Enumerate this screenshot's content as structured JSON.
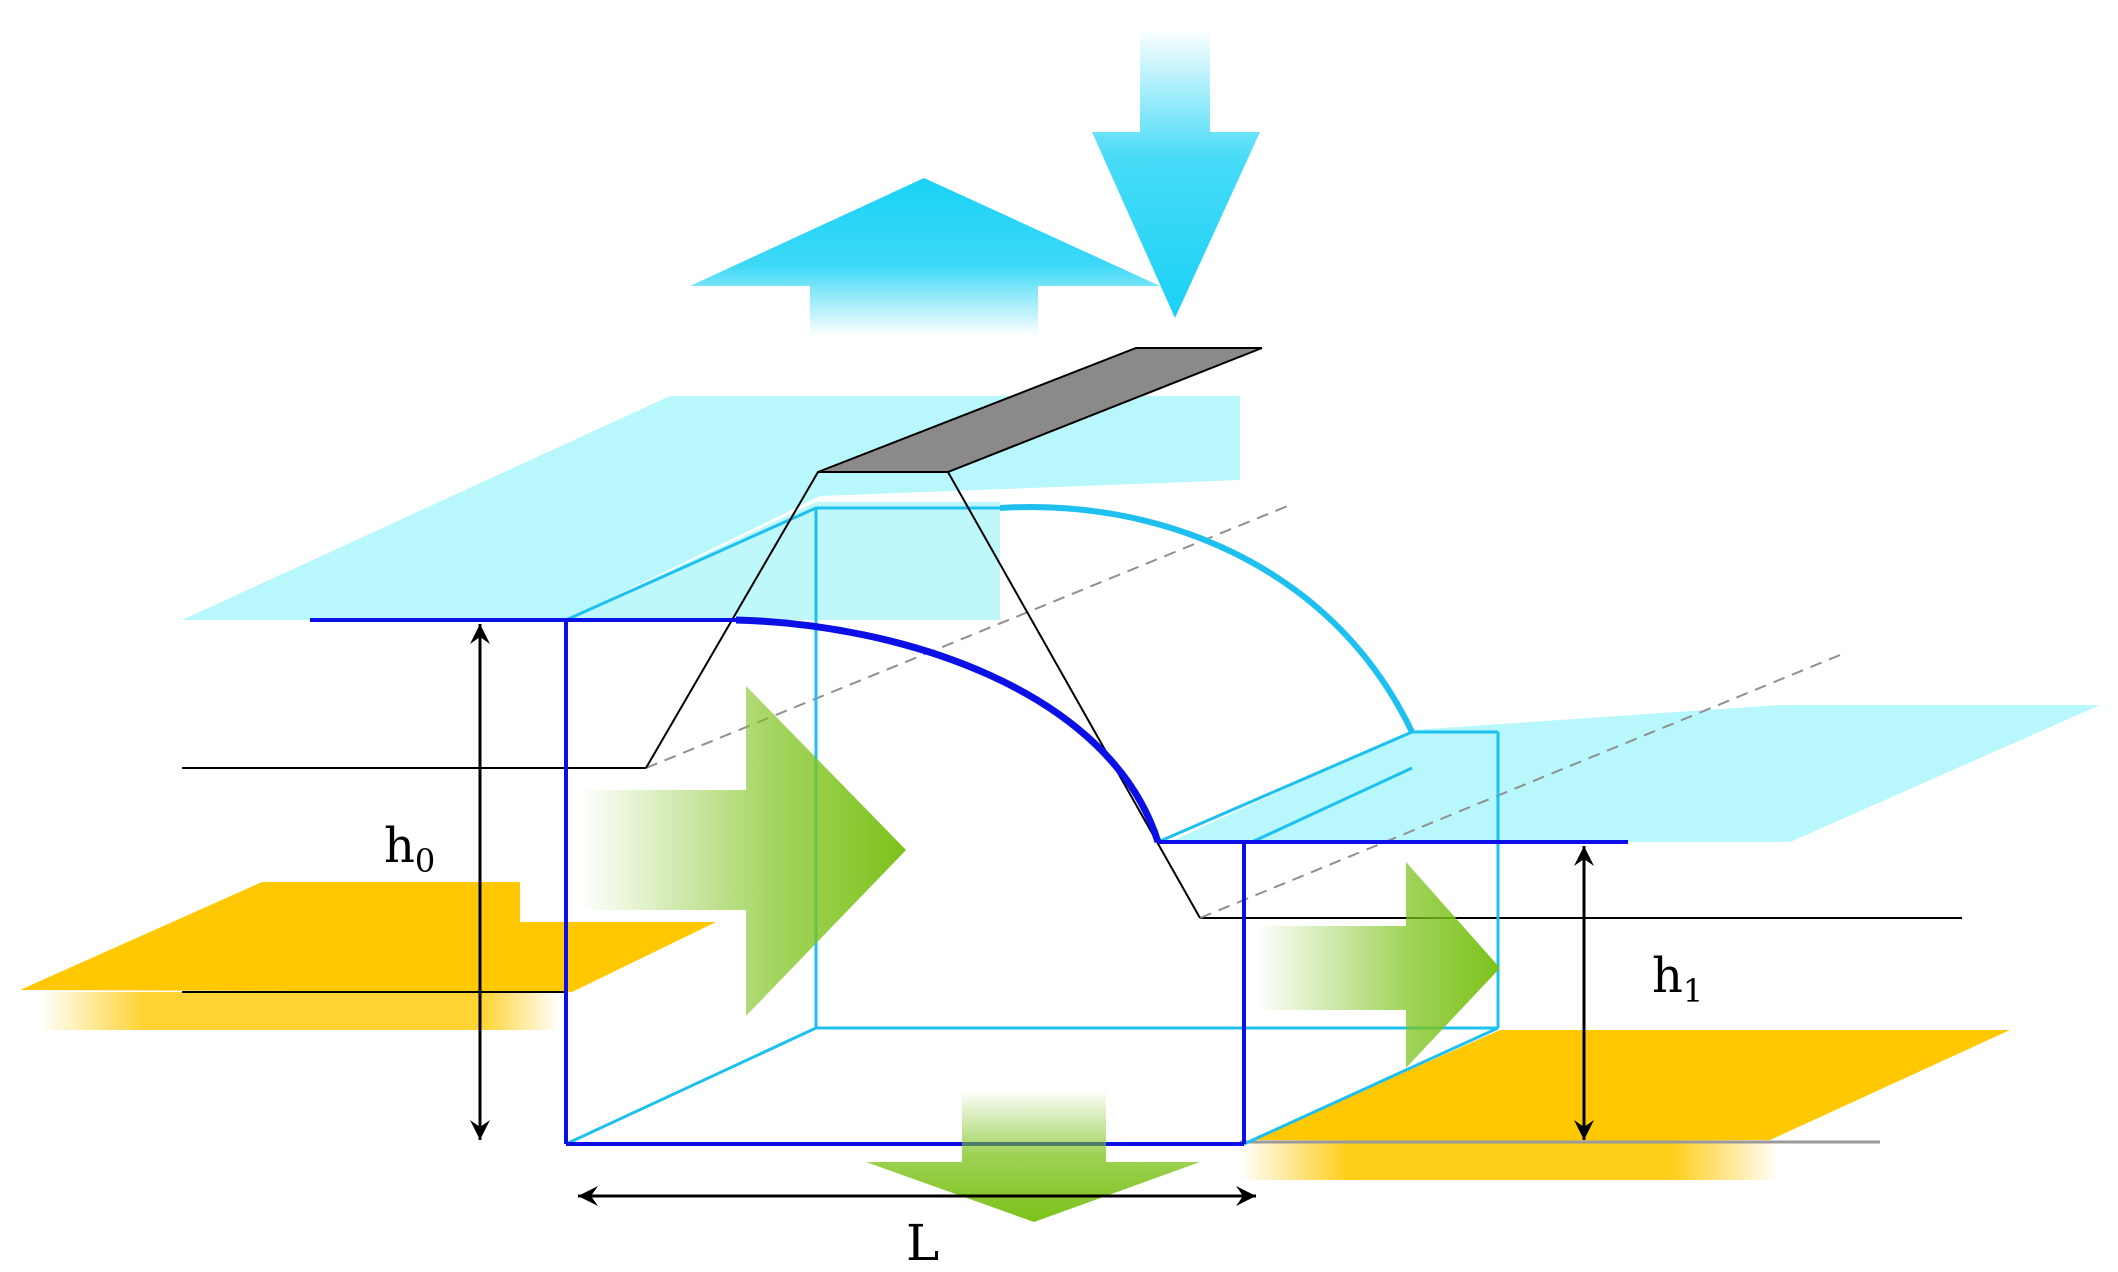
{
  "labels": {
    "h0_base": "h",
    "h0_sub": "0",
    "h1_base": "h",
    "h1_sub": "1",
    "length": "L"
  },
  "colors": {
    "water_plane": "#b8f7fb",
    "water_edge": "#1ecfee",
    "bed": "#ffc800",
    "outline_dark": "#0a10e6",
    "outline_light": "#1ec0f0",
    "arrow_blue": "#19d2f5",
    "arrow_green": "#7cc21a",
    "slab_grey": "#8a8a8a",
    "dim_line": "#000000",
    "dashed": "#909090",
    "ground_line": "#9a9a9a"
  }
}
